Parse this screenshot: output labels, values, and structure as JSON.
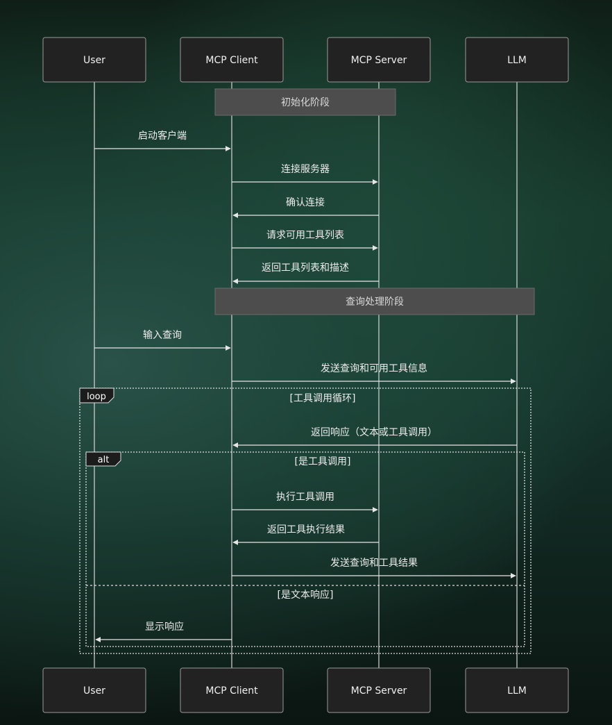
{
  "participants": [
    "User",
    "MCP Client",
    "MCP Server",
    "LLM"
  ],
  "notes": {
    "init_phase": "初始化阶段",
    "query_phase": "查询处理阶段"
  },
  "messages": {
    "m1": "启动客户端",
    "m2": "连接服务器",
    "m3": "确认连接",
    "m4": "请求可用工具列表",
    "m5": "返回工具列表和描述",
    "m6": "输入查询",
    "m7": "发送查询和可用工具信息",
    "m8": "返回响应（文本或工具调用）",
    "m9": "执行工具调用",
    "m10": "返回工具执行结果",
    "m11": "发送查询和工具结果",
    "m12": "显示响应"
  },
  "frames": {
    "loop_tag": "loop",
    "loop_guard": "[工具调用循环]",
    "alt_tag": "alt",
    "alt_guard": "[是工具调用]",
    "else_guard": "[是文本响应]"
  }
}
